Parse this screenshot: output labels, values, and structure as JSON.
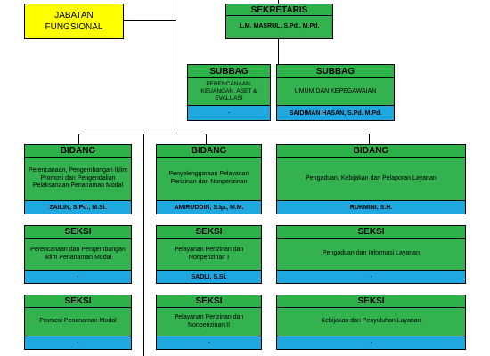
{
  "jabatan_fungsional": {
    "line1": "JABATAN",
    "line2": "FUNGSIONAL"
  },
  "sekretaris": {
    "title": "SEKRETARIS",
    "name": "L.M. MASRUL, S.Pd., M.Pd."
  },
  "subbag": [
    {
      "title": "SUBBAG",
      "unit": "PERENCANAAN, KEUANGAN, ASET & EVALUASI",
      "name": "-"
    },
    {
      "title": "SUBBAG",
      "unit": "UMUM DAN KEPEGAWAIAN",
      "name": "SAIDIMAN HASAN, S.Pd. M.Pd."
    }
  ],
  "bidang": [
    {
      "title": "BIDANG",
      "unit": "Perencanaan, Pengembangan Iklim Promosi dan Pengendalian Pelaksanaan Penanaman Modal",
      "name": "ZAILIN, S.Pd., M.Si."
    },
    {
      "title": "BIDANG",
      "unit": "Penyelenggaraan Pelayanan Perizinan dan Nonperizinan",
      "name": "AMIRUDDIN, S.Ip., M.M."
    },
    {
      "title": "BIDANG",
      "unit": "Pengaduan, Kebijakan dan Pelaporan Layanan",
      "name": "RUKMINI, S.H."
    }
  ],
  "seksi_row1": [
    {
      "title": "SEKSI",
      "unit": "Perencanaan dan Pengembangan Iklim Penanaman Modal",
      "name": "-"
    },
    {
      "title": "SEKSI",
      "unit": "Pelayanan Perizinan dan Nonperizinan I",
      "name": "SADLI, S.Si."
    },
    {
      "title": "SEKSI",
      "unit": "Pengaduan dan Informasi Layanan",
      "name": "-"
    }
  ],
  "seksi_row2": [
    {
      "title": "SEKSI",
      "unit": "Promosi Penanaman Modal",
      "name": "-"
    },
    {
      "title": "SEKSI",
      "unit": "Pelayanan Perizinan dan Nonperizinan II",
      "name": "-"
    },
    {
      "title": "SEKSI",
      "unit": "Kebijakan dan Penyuluhan Layanan",
      "name": "-"
    }
  ]
}
